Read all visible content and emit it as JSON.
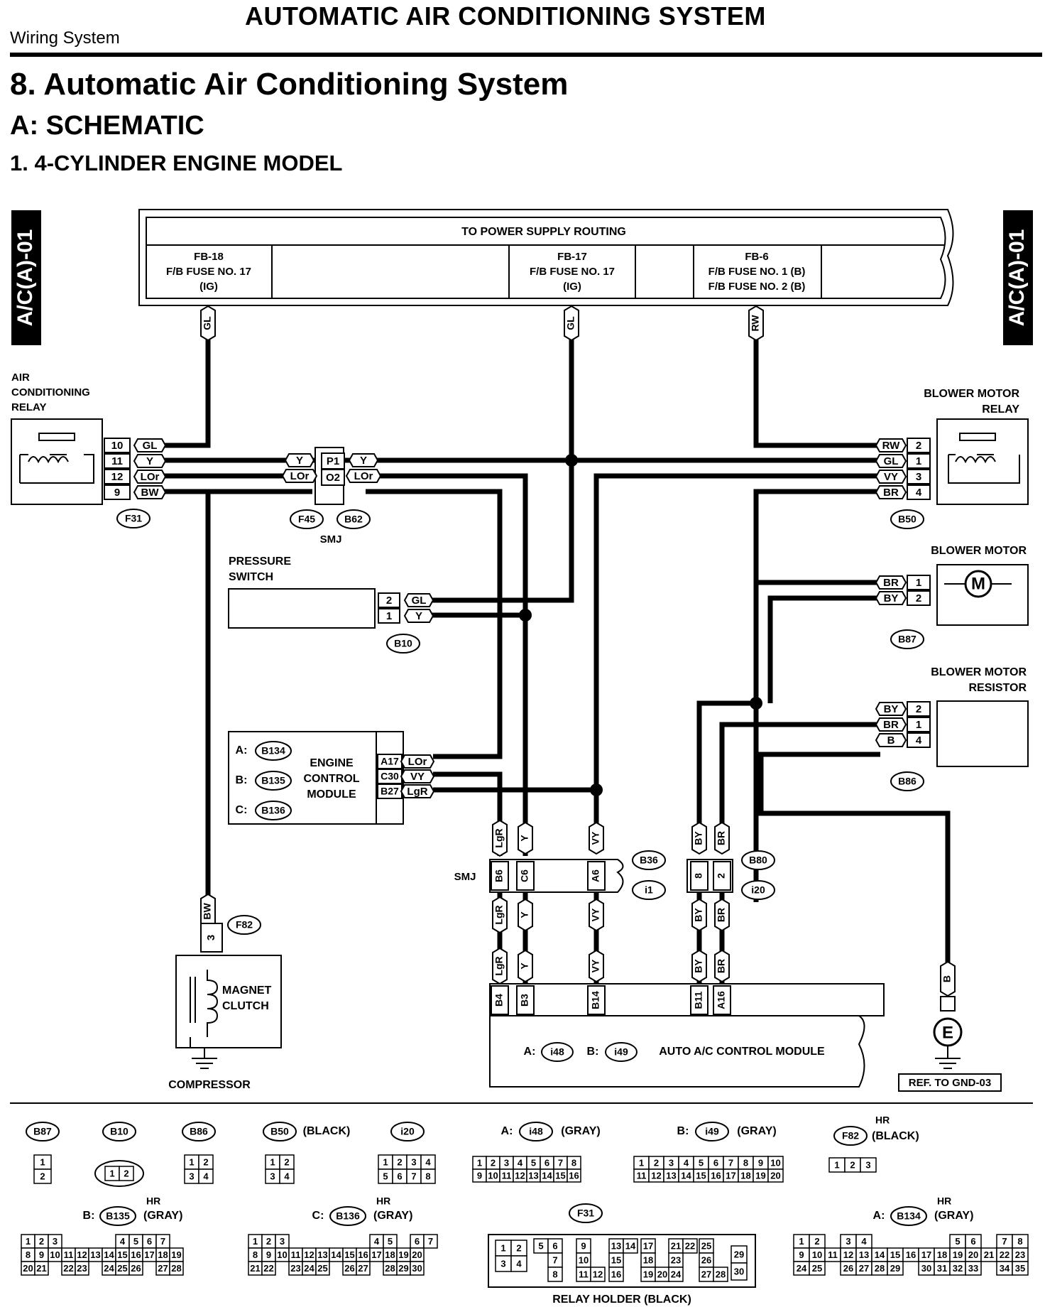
{
  "header": {
    "title": "AUTOMATIC AIR CONDITIONING SYSTEM",
    "section": "Wiring System",
    "heading": "8.  Automatic Air Conditioning System",
    "subheading": "A:  SCHEMATIC",
    "model": "1.  4-CYLINDER ENGINE MODEL"
  },
  "side_tabs": {
    "left": "A/C(A)-01",
    "right": "A/C(A)-01"
  },
  "power_supply": {
    "title": "TO POWER SUPPLY ROUTING",
    "fb18": [
      "FB-18",
      "F/B FUSE NO. 17",
      "(IG)"
    ],
    "fb17": [
      "FB-17",
      "F/B FUSE NO. 17",
      "(IG)"
    ],
    "fb6": [
      "FB-6",
      "F/B FUSE NO. 1 (B)",
      "F/B FUSE NO. 2 (B)"
    ]
  },
  "wire_colors": {
    "gl": "GL",
    "rw": "RW",
    "bw": "BW",
    "y": "Y",
    "lor": "LOr",
    "vy": "VY",
    "br": "BR",
    "by": "BY",
    "b": "B",
    "lgr": "LgR"
  },
  "components": {
    "ac_relay": [
      "AIR",
      "CONDITIONING",
      "RELAY"
    ],
    "blower_relay": [
      "BLOWER MOTOR",
      "RELAY"
    ],
    "blower_motor": "BLOWER MOTOR",
    "motor_symbol": "M",
    "blower_resistor": [
      "BLOWER MOTOR",
      "RESISTOR"
    ],
    "pressure_switch": [
      "PRESSURE",
      "SWITCH"
    ],
    "ecm": [
      "ENGINE",
      "CONTROL",
      "MODULE"
    ],
    "smj": "SMJ",
    "magnet_clutch": [
      "MAGNET",
      "CLUTCH"
    ],
    "compressor": "COMPRESSOR",
    "auto_ac": "AUTO A/C CONTROL MODULE",
    "ground_symbol": "E",
    "ref_gnd": "REF. TO GND-03"
  },
  "ac_relay_pins": [
    [
      "10",
      "GL"
    ],
    [
      "11",
      "Y"
    ],
    [
      "12",
      "LOr"
    ],
    [
      "9",
      "BW"
    ]
  ],
  "blower_relay_pins": [
    [
      "RW",
      "2"
    ],
    [
      "GL",
      "1"
    ],
    [
      "VY",
      "3"
    ],
    [
      "BR",
      "4"
    ]
  ],
  "blower_motor_pins": [
    [
      "BR",
      "1"
    ],
    [
      "BY",
      "2"
    ]
  ],
  "resistor_pins": [
    [
      "BY",
      "2"
    ],
    [
      "BR",
      "1"
    ],
    [
      "B",
      "4"
    ]
  ],
  "pressure_pins": [
    [
      "2",
      "GL"
    ],
    [
      "1",
      "Y"
    ]
  ],
  "ecm_pins": [
    [
      "A17",
      "LOr"
    ],
    [
      "C30",
      "VY"
    ],
    [
      "B27",
      "LgR"
    ]
  ],
  "ecm_connectors": [
    [
      "A:",
      "B134"
    ],
    [
      "B:",
      "B135"
    ],
    [
      "C:",
      "B136"
    ]
  ],
  "smj_pins": {
    "p1": "P1",
    "o2": "O2",
    "b6": "B6",
    "c6": "C6",
    "a6": "A6",
    "p8": "8",
    "p2": "2"
  },
  "auto_ac_pins": [
    "B4",
    "B3",
    "B14",
    "B11",
    "A16"
  ],
  "auto_ac_connectors": [
    [
      "A:",
      "i48"
    ],
    [
      "B:",
      "i49"
    ]
  ],
  "magnet_pin": "3",
  "connector_ids": {
    "f31": "F31",
    "f45": "F45",
    "b62": "B62",
    "b50": "B50",
    "b87": "B87",
    "b10": "B10",
    "b86": "B86",
    "b36": "B36",
    "i1": "i1",
    "b80": "B80",
    "i20": "i20",
    "f82": "F82"
  },
  "legend": {
    "b87": "B87",
    "b10": "B10",
    "b86": "B86",
    "b50": "B50",
    "b50_note": "(BLACK)",
    "i20": "i20",
    "i48": [
      "A:",
      "i48",
      "(GRAY)"
    ],
    "i49": [
      "B:",
      "i49",
      "(GRAY)"
    ],
    "f82": [
      "F82",
      "HR",
      "(BLACK)"
    ],
    "b135": [
      "B:",
      "B135",
      "HR",
      "(GRAY)"
    ],
    "b136": [
      "C:",
      "B136",
      "HR",
      "(GRAY)"
    ],
    "f31": "F31",
    "b134": [
      "A:",
      "B134",
      "HR",
      "(GRAY)"
    ],
    "relay_holder": "RELAY HOLDER (BLACK)"
  }
}
